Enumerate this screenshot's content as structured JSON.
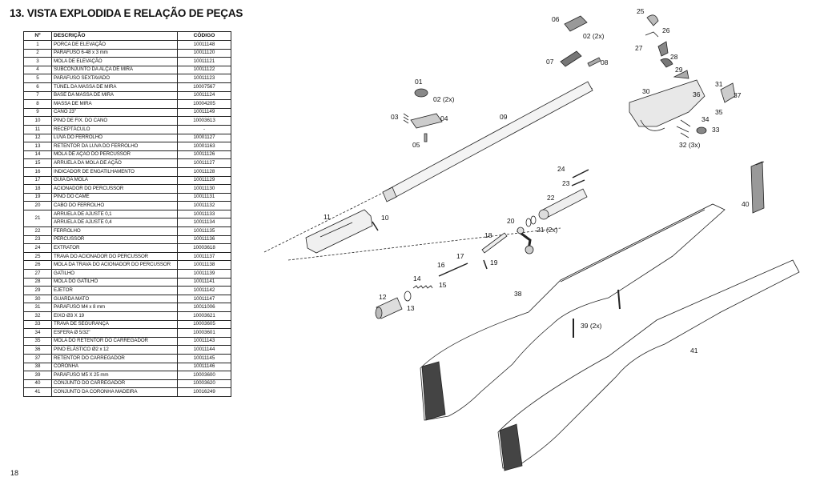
{
  "page": {
    "title": "13. VISTA EXPLODIDA E RELAÇÃO DE PEÇAS",
    "page_number": "18"
  },
  "table": {
    "headers": {
      "num": "Nº",
      "desc": "DESCRIÇÃO",
      "code": "CÓDIGO"
    },
    "rows": [
      {
        "num": "1",
        "desc": "PORCA DE ELEVAÇÃO",
        "code": "10011148"
      },
      {
        "num": "2",
        "desc": "PARAFUSO 6-48 x 3 mm",
        "code": "10011120"
      },
      {
        "num": "3",
        "desc": "MOLA DE ELEVAÇÃO",
        "code": "10011121"
      },
      {
        "num": "4",
        "desc": "SUBCONJUNTO DA ALÇA DE MIRA",
        "code": "10011122"
      },
      {
        "num": "5",
        "desc": "PARAFUSO SEXTAVADO",
        "code": "10011123"
      },
      {
        "num": "6",
        "desc": "TÚNEL DA MASSA DE MIRA",
        "code": "10007567"
      },
      {
        "num": "7",
        "desc": "BASE DA MASSA DE MIRA",
        "code": "10011124"
      },
      {
        "num": "8",
        "desc": "MASSA DE MIRA",
        "code": "10004205"
      },
      {
        "num": "9",
        "desc": "CANO 23\"",
        "code": "10011149"
      },
      {
        "num": "10",
        "desc": "PINO DE FIX. DO CANO",
        "code": "10003613"
      },
      {
        "num": "11",
        "desc": "RECEPTÁCULO",
        "code": "-"
      },
      {
        "num": "12",
        "desc": "LUVA DO FERROLHO",
        "code": "10001127"
      },
      {
        "num": "13",
        "desc": "RETENTOR DA LUVA DO FERROLHO",
        "code": "10001163"
      },
      {
        "num": "14",
        "desc": "MOLA DE AÇÃO DO PERCUSSOR",
        "code": "10011126"
      },
      {
        "num": "15",
        "desc": "ARRUELA DA MOLA DE AÇÃO",
        "code": "10011127"
      },
      {
        "num": "16",
        "desc": "INDICADOR DE ENGATILHAMENTO",
        "code": "10011128"
      },
      {
        "num": "17",
        "desc": "GUIA DA MOLA",
        "code": "10011129"
      },
      {
        "num": "18",
        "desc": "ACIONADOR DO PERCUSSOR",
        "code": "10011130"
      },
      {
        "num": "19",
        "desc": "PINO DO CAME",
        "code": "10011131"
      },
      {
        "num": "20",
        "desc": "CABO DO FERROLHO",
        "code": "10011132"
      },
      {
        "num": "21",
        "desc": "ARRUELA DE AJUSTE 0,1",
        "code": "10011133",
        "desc2": "ARRUELA DE AJUSTE 0,4",
        "code2": "10011134"
      },
      {
        "num": "22",
        "desc": "FERROLHO",
        "code": "10011135"
      },
      {
        "num": "23",
        "desc": "PERCUSSOR",
        "code": "10011136"
      },
      {
        "num": "24",
        "desc": "EXTRATOR",
        "code": "10003618"
      },
      {
        "num": "25",
        "desc": "TRAVA DO ACIONADOR DO PERCUSSOR",
        "code": "10011137"
      },
      {
        "num": "26",
        "desc": "MOLA DA TRAVA DO ACIONADOR DO PERCUSSOR",
        "code": "10011138"
      },
      {
        "num": "27",
        "desc": "GATILHO",
        "code": "10011139"
      },
      {
        "num": "28",
        "desc": "MOLA DO GATILHO",
        "code": "10011141"
      },
      {
        "num": "29",
        "desc": "EJETOR",
        "code": "10011142"
      },
      {
        "num": "30",
        "desc": "GUARDA MATO",
        "code": "10011147"
      },
      {
        "num": "31",
        "desc": "PARAFUSO M4 x 8 mm",
        "code": "10011006"
      },
      {
        "num": "32",
        "desc": "EIXO Ø3 X 19",
        "code": "10003621"
      },
      {
        "num": "33",
        "desc": "TRAVA DE SEGURANÇA",
        "code": "10003605"
      },
      {
        "num": "34",
        "desc": "ESFERA Ø 5/32\"",
        "code": "10003601"
      },
      {
        "num": "35",
        "desc": "MOLA DO RETENTOR DO CARREGADOR",
        "code": "10011143"
      },
      {
        "num": "36",
        "desc": "PINO ELÁSTICO Ø2 x 12",
        "code": "10011144"
      },
      {
        "num": "37",
        "desc": "RETENTOR DO CARREGADOR",
        "code": "10011145"
      },
      {
        "num": "38",
        "desc": "CORONHA",
        "code": "10011146"
      },
      {
        "num": "39",
        "desc": "PARAFUSO M5 X 25 mm",
        "code": "10003600"
      },
      {
        "num": "40",
        "desc": "CONJUNTO DO CARREGADOR",
        "code": "10003620"
      },
      {
        "num": "41",
        "desc": "CONJUNTO DA CORONHA MADEIRA",
        "code": "10016249"
      }
    ]
  },
  "callouts": [
    "01",
    "02 (2x)",
    "02 (2x)",
    "03",
    "04",
    "05",
    "06",
    "07",
    "08",
    "09",
    "10",
    "11",
    "12",
    "13",
    "14",
    "15",
    "16",
    "17",
    "18",
    "19",
    "20",
    "21 (2x)",
    "22",
    "23",
    "24",
    "25",
    "26",
    "27",
    "28",
    "29",
    "30",
    "31",
    "32 (3x)",
    "33",
    "34",
    "35",
    "36",
    "37",
    "38",
    "39 (2x)",
    "40",
    "41"
  ]
}
